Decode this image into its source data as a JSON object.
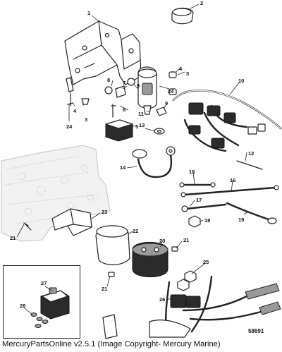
{
  "callouts": {
    "c1": "1",
    "c2": "2",
    "c3a": "3",
    "c3b": "3",
    "c4a": "4",
    "c4b": "4",
    "c5": "5",
    "c6": "6",
    "c7": "7",
    "c8": "8",
    "c9a": "9",
    "c9b": "9",
    "c10": "10",
    "c11": "11",
    "c12": "12",
    "c13": "13",
    "c14": "14",
    "c15": "15",
    "c16": "16",
    "c17": "17",
    "c18": "18",
    "c19": "19",
    "c20": "20",
    "c21a": "21",
    "c21b": "21",
    "c21c": "21",
    "c22": "22",
    "c23": "23",
    "c24a": "24",
    "c24b": "24",
    "c25": "25",
    "c26": "26",
    "c27": "27",
    "c28": "28"
  },
  "reference_id": "58691",
  "footer": "MercuryPartsOnline v2.5.1 (Image Copyright- Mercury Marine)"
}
